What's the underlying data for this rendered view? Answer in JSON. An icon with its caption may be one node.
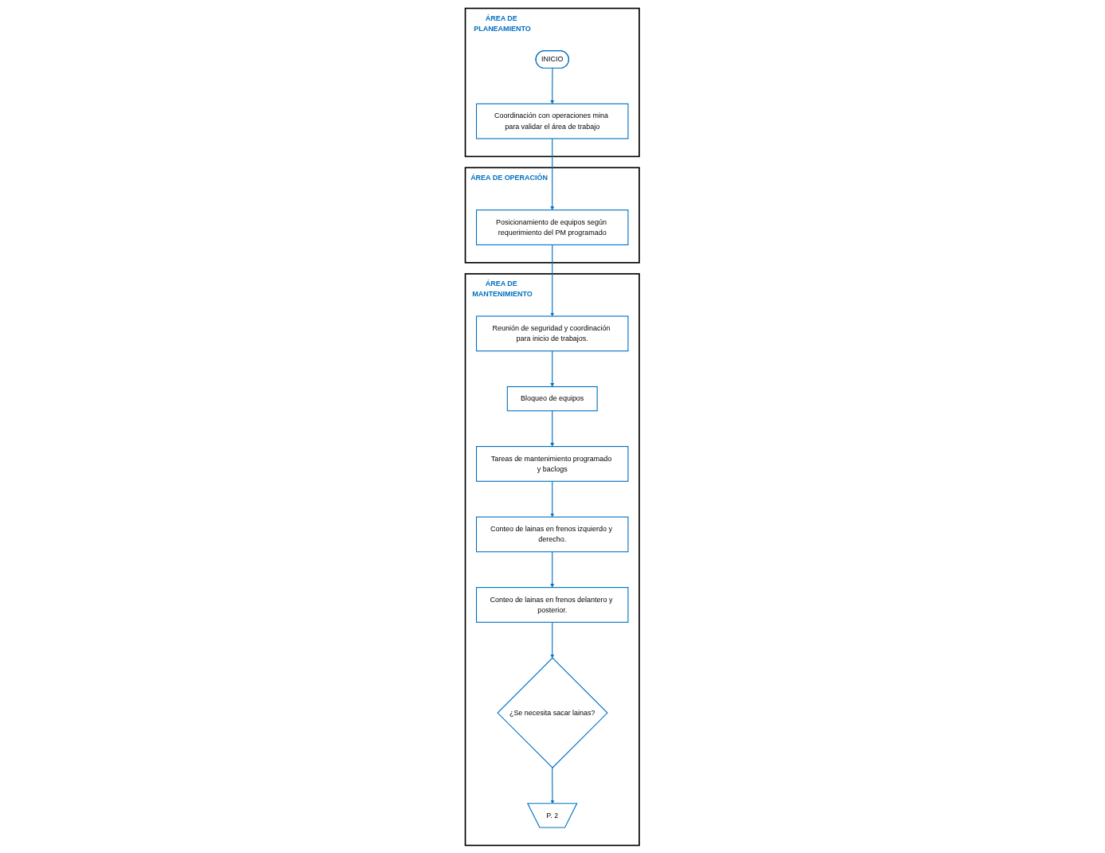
{
  "diagram": {
    "nodes": [
      {
        "text": [
          "ÁREA DE PLANEAMIENTO"
        ]
      },
      {
        "text": [
          "INICIO"
        ],
        "in": 0
      },
      {
        "text": [
          "Coordinación con operaciones mina para validar el área de trabajo"
        ],
        "in": 0
      },
      {
        "text": [
          "ÁREA DE OPERACIÓN"
        ]
      },
      {
        "text": [
          "Posicionamiento de equipos según requerimiento del PM programado"
        ],
        "in": 3
      },
      {
        "text": [
          "ÁREA DE MANTENIMIENTO"
        ]
      },
      {
        "text": [
          "Reunión de seguridad y coordinación para inicio de trabajos."
        ],
        "in": 5
      },
      {
        "text": [
          "Bloqueo de equipos"
        ],
        "in": 5
      },
      {
        "text": [
          "Tareas de mantenimiento programado y baclogs"
        ],
        "in": 5
      },
      {
        "text": [
          "Conteo de lainas en frenos izquierdo y derecho."
        ],
        "in": 5
      },
      {
        "text": [
          "Conteo de lainas en frenos delantero y posterior."
        ],
        "in": 5
      },
      {
        "text": [
          "¿Se necesita sacar lainas?"
        ],
        "in": 5
      },
      {
        "text": [
          "P. 2"
        ],
        "in": 5
      }
    ],
    "edges": [
      {
        "from": 1,
        "to": 2,
        "arrow": "to"
      },
      {
        "from": 2,
        "to": 4,
        "arrow": "to"
      },
      {
        "from": 4,
        "to": 6,
        "arrow": "to"
      },
      {
        "from": 6,
        "to": 7,
        "arrow": "to"
      },
      {
        "from": 7,
        "to": 8,
        "arrow": "to"
      },
      {
        "from": 8,
        "to": 9,
        "arrow": "to"
      },
      {
        "from": 9,
        "to": 10,
        "arrow": "to"
      },
      {
        "from": 10,
        "to": 11,
        "arrow": "to"
      },
      {
        "from": 11,
        "to": 12,
        "arrow": "to"
      }
    ]
  }
}
